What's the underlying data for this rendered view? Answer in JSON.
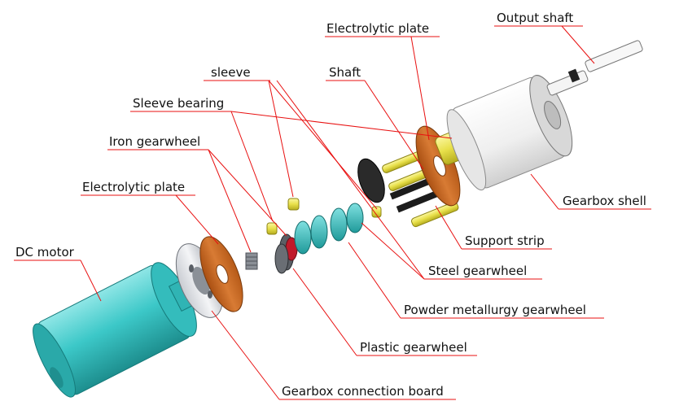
{
  "labels": {
    "output_shaft": "Output shaft",
    "electrolytic_plate_top": "Electrolytic plate",
    "shaft": "Shaft",
    "sleeve": "sleeve",
    "sleeve_bearing": "Sleeve bearing",
    "iron_gearwheel": "Iron gearwheel",
    "electrolytic_plate_left": "Electrolytic plate",
    "dc_motor": "DC motor",
    "gearbox_shell": "Gearbox shell",
    "support_strip": "Support strip",
    "steel_gearwheel": "Steel gearwheel",
    "powder_metallurgy_gearwheel": "Powder metallurgy gearwheel",
    "plastic_gearwheel": "Plastic gearwheel",
    "gearbox_connection_board": "Gearbox connection board"
  },
  "colors": {
    "leader_line": "#e81010",
    "motor": "#3cc8c8",
    "plate": "#c8651e",
    "shell": "#f2f2f2",
    "gear_teal": "#2fb3b3",
    "brass": "#e8e04a",
    "iron": "#8a8f96",
    "plastic_gear": "#c01a2a",
    "black_gear": "#222222"
  }
}
